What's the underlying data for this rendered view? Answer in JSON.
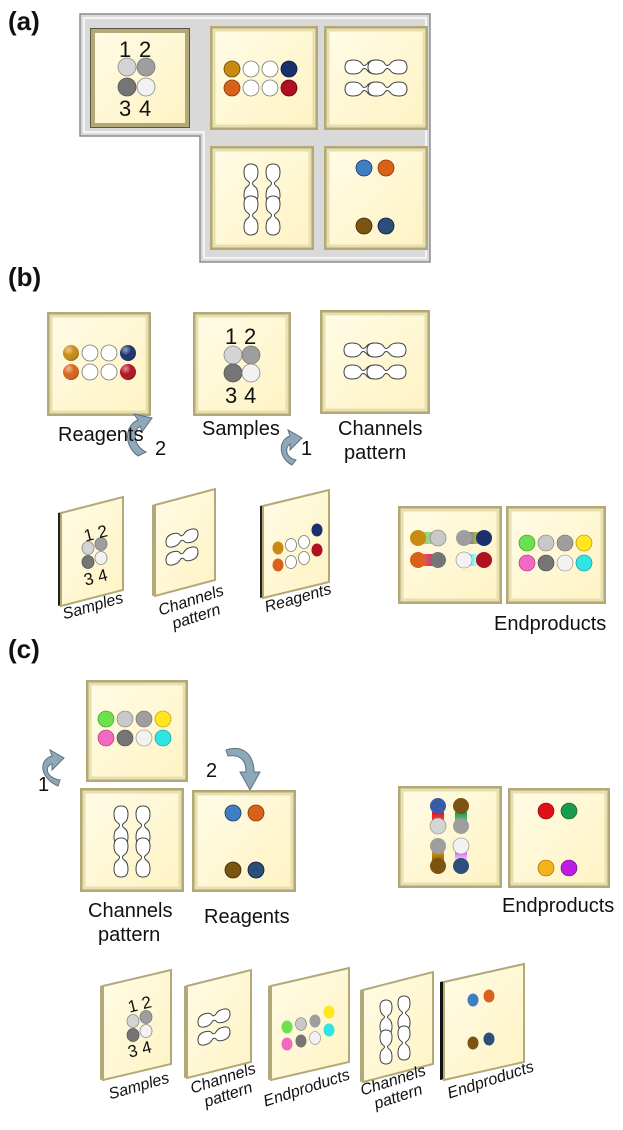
{
  "panel_labels": {
    "a": "(a)",
    "b": "(b)",
    "c": "(c)"
  },
  "sample_numbers": {
    "n1": "1",
    "n2": "2",
    "n3": "3",
    "n4": "4"
  },
  "captions": {
    "reagents": "Reagents",
    "samples": "Samples",
    "channels_line1": "Channels",
    "channels_line2": "pattern",
    "endproducts": "Endproducts"
  },
  "steps": {
    "one": "1",
    "two": "2"
  },
  "colors": {
    "tile_fill": "#fff8d2",
    "tile_bevel_light": "#fffbe6",
    "tile_bevel_dark": "#b3a978",
    "frame_gray": "#d4d4d4",
    "arrow": "#7f9aa8",
    "gold": "#c98a12",
    "navy": "#1a2f6e",
    "orange": "#d9621a",
    "crimson": "#b01020",
    "sample_light": "#d4d4d4",
    "sample_mid": "#9e9e9e",
    "sample_dark": "#757575",
    "blue": "#3e7fc4",
    "brown": "#7a5410",
    "steel": "#2b4f7a",
    "green": "#6be24d",
    "yellow": "#ffe61e",
    "pink": "#f06ac0",
    "cyan": "#30e4e4",
    "red": "#e01018",
    "dark_green": "#1a9a4a",
    "amber": "#f4b21a",
    "magenta": "#c01ae6"
  }
}
